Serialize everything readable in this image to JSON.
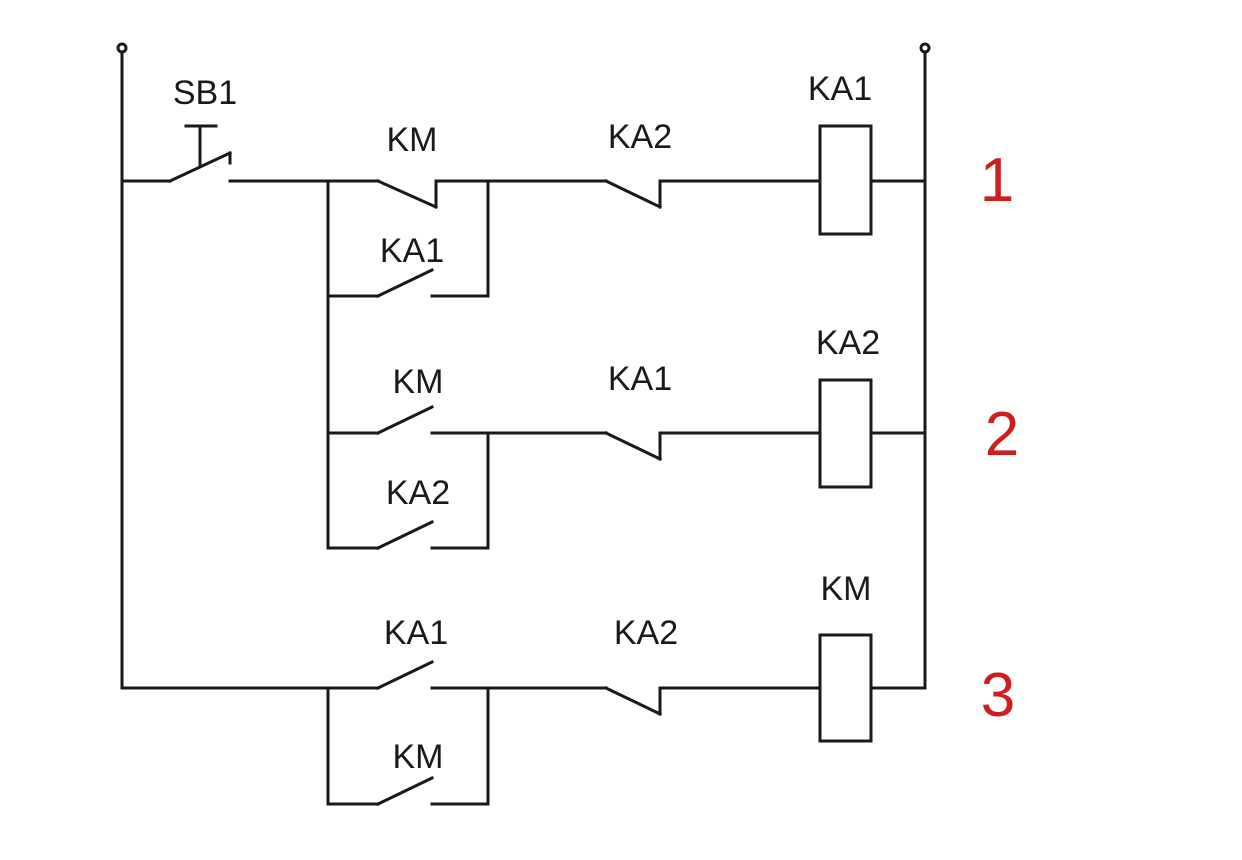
{
  "diagram": {
    "labels": {
      "sb1": "SB1",
      "rung1_nc_contact": "KM",
      "rung1_interlock": "KA2",
      "rung1_coil": "KA1",
      "rung1_hold_contact": "KA1",
      "rung2_no_contact": "KM",
      "rung2_interlock": "KA1",
      "rung2_coil": "KA2",
      "rung2_hold_contact": "KA2",
      "rung3_no_contact": "KA1",
      "rung3_interlock": "KA2",
      "rung3_coil": "KM",
      "rung3_hold_contact": "KM"
    },
    "rung_numbers": [
      "1",
      "2",
      "3"
    ],
    "colors": {
      "line": "#1a1a1a",
      "rung_number": "#cc1f1f",
      "background": "#ffffff"
    }
  }
}
